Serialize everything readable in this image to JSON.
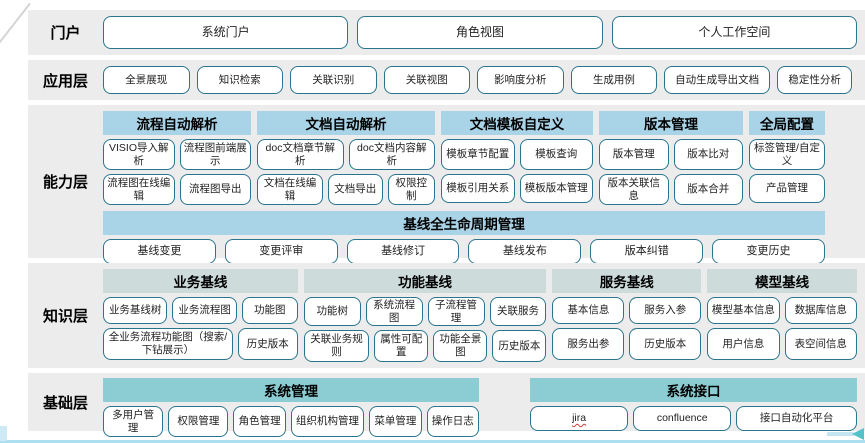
{
  "colors": {
    "band_background": "#ececec",
    "button_border": "#2a758d",
    "capability_header": "#a9d3e6",
    "knowledge_header": "#cddcdb",
    "foundation_header": "#8bcdd3",
    "bottom_line": "#ace0f0",
    "nav_arrow": "#55c1c9"
  },
  "layers": {
    "portal": {
      "label": "门户",
      "buttons": [
        "系统门户",
        "角色视图",
        "个人工作空间"
      ]
    },
    "application": {
      "label": "应用层",
      "buttons": [
        "全景展现",
        "知识检索",
        "关联识别",
        "关联视图",
        "影响度分析",
        "生成用例",
        "自动生成导出文档",
        "稳定性分析"
      ]
    },
    "capability": {
      "label": "能力层",
      "groups": [
        {
          "title": "流程自动解析",
          "rows": [
            [
              "VISIO导入解析",
              "流程图前端展示"
            ],
            [
              "流程图在线编辑",
              "流程图导出"
            ]
          ]
        },
        {
          "title": "文档自动解析",
          "rows": [
            [
              "doc文档章节解析",
              "doc文档内容解析"
            ],
            [
              "文档在线编辑",
              "文档导出",
              "权限控制"
            ]
          ]
        },
        {
          "title": "文档模板自定义",
          "rows": [
            [
              "模板章节配置",
              "模板查询"
            ],
            [
              "模板引用关系",
              "模板版本管理"
            ]
          ]
        },
        {
          "title": "版本管理",
          "rows": [
            [
              "版本管理",
              "版本比对"
            ],
            [
              "版本关联信息",
              "版本合并"
            ]
          ]
        },
        {
          "title": "全局配置",
          "rows": [
            [
              "标签管理/自定义"
            ],
            [
              "产品管理"
            ]
          ]
        }
      ],
      "baseline": {
        "title": "基线全生命周期管理",
        "buttons": [
          "基线变更",
          "变更评审",
          "基线修订",
          "基线发布",
          "版本纠错",
          "变更历史"
        ]
      }
    },
    "knowledge": {
      "label": "知识层",
      "groups": [
        {
          "title": "业务基线",
          "rows": [
            [
              "业务基线树",
              "业务流程图",
              "功能图"
            ],
            [
              "全业务流程功能图（搜索/下钻展示）",
              "历史版本"
            ]
          ]
        },
        {
          "title": "功能基线",
          "rows": [
            [
              "功能树",
              "系统流程图",
              "子流程管理",
              "关联服务"
            ],
            [
              "关联业务规则",
              "属性可配置",
              "功能全景图",
              "历史版本"
            ]
          ]
        },
        {
          "title": "服务基线",
          "rows": [
            [
              "基本信息",
              "服务入参"
            ],
            [
              "服务出参",
              "历史版本"
            ]
          ]
        },
        {
          "title": "模型基线",
          "rows": [
            [
              "模型基本信息",
              "数据库信息"
            ],
            [
              "用户信息",
              "表空间信息"
            ]
          ]
        }
      ]
    },
    "foundation": {
      "label": "基础层",
      "groups": [
        {
          "title": "系统管理",
          "buttons": [
            "多用户管理",
            "权限管理",
            "角色管理",
            "组织机构管理",
            "菜单管理",
            "操作日志"
          ]
        },
        {
          "title": "系统接口",
          "buttons": [
            "jira",
            "confluence",
            "接口自动化平台"
          ]
        }
      ]
    }
  }
}
